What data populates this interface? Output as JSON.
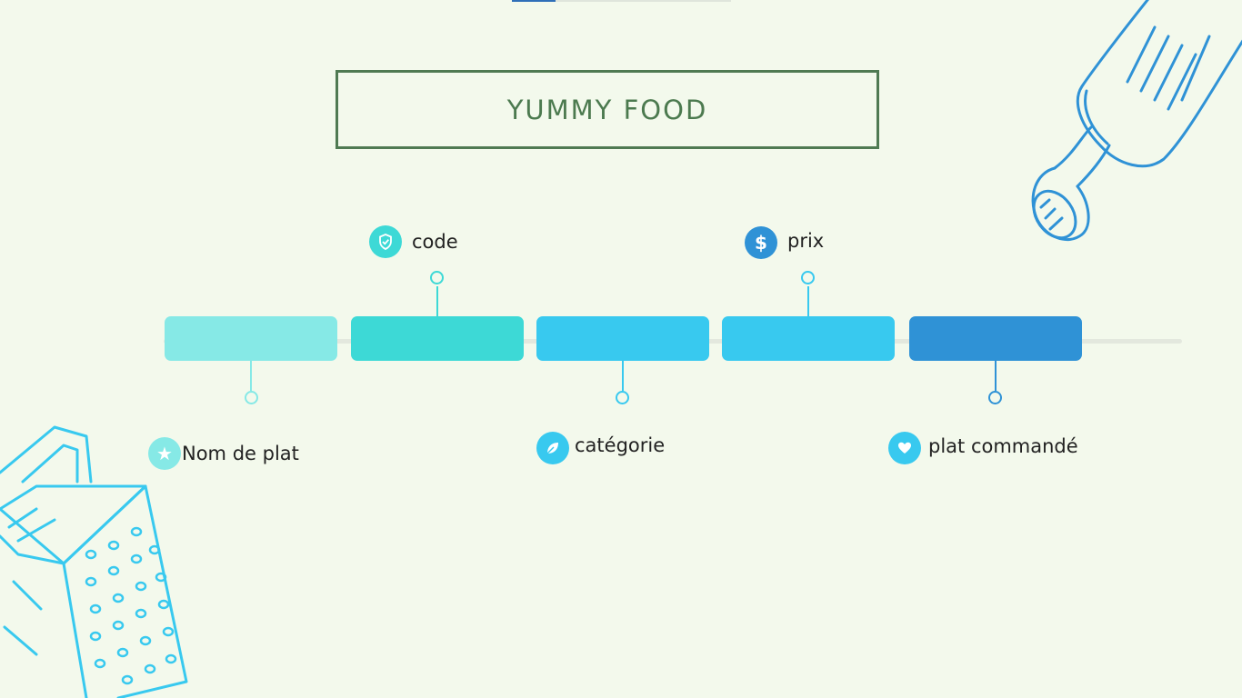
{
  "header": {
    "title": "YUMMY FOOD"
  },
  "timeline": {
    "items": [
      {
        "label": "Nom de plat",
        "icon": "star-icon",
        "position": "below",
        "color": "#86e9e6"
      },
      {
        "label": "code",
        "icon": "shield-check-icon",
        "position": "above",
        "color": "#3dd9d6"
      },
      {
        "label": "catégorie",
        "icon": "leaf-icon",
        "position": "below",
        "color": "#38c9ef"
      },
      {
        "label": "prix",
        "icon": "dollar-icon",
        "position": "above",
        "color": "#38c9ef"
      },
      {
        "label": "plat commandé",
        "icon": "heart-icon",
        "position": "below",
        "color": "#2f92d6"
      }
    ]
  },
  "decorations": {
    "top_right": "rolling-pin-illustration",
    "bottom_left": "cheese-grater-illustration"
  },
  "colors": {
    "background": "#f3f9ec",
    "title": "#4c7a4f"
  }
}
